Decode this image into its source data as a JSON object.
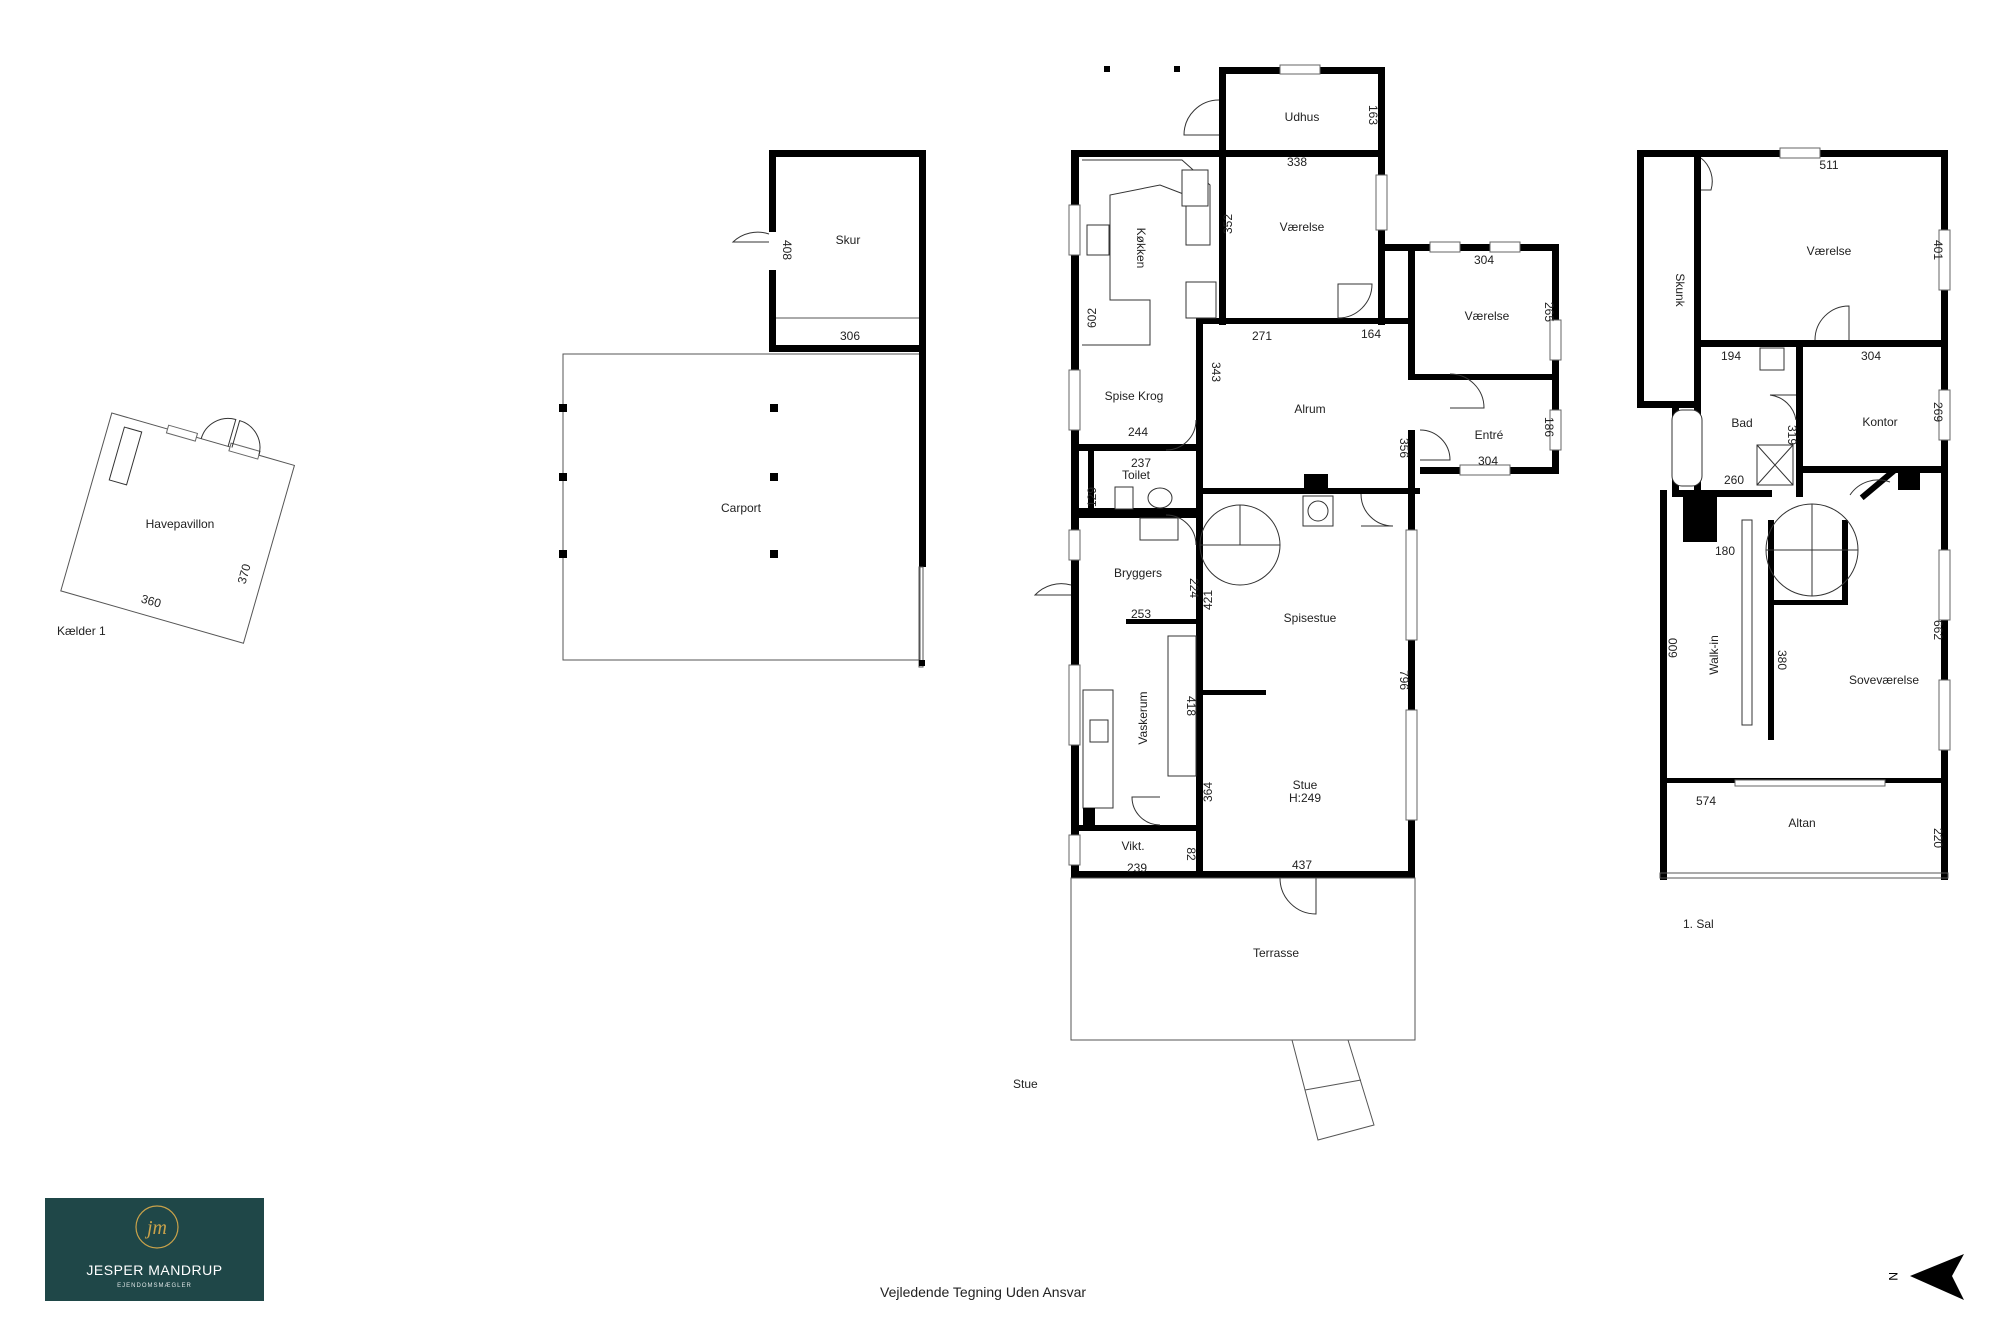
{
  "rooms": {
    "havepavillon": "Havepavillon",
    "skur": "Skur",
    "carport": "Carport",
    "udhus": "Udhus",
    "koekken": "Køkken",
    "vaerelse_1": "Værelse",
    "vaerelse_2": "Værelse",
    "spise_krog": "Spise Krog",
    "alrum": "Alrum",
    "entre": "Entré",
    "toilet": "Toilet",
    "bryggers": "Bryggers",
    "spisestue": "Spisestue",
    "vaskerum": "Vaskerum",
    "stue": "Stue",
    "stue_height": "H:249",
    "vikt": "Vikt.",
    "terrasse": "Terrasse",
    "skunk": "Skunk",
    "vaerelse_3": "Værelse",
    "bad": "Bad",
    "kontor": "Kontor",
    "walk_in": "Walk-in",
    "sovevaerelse": "Soveværelse",
    "altan": "Altan"
  },
  "dimensions": {
    "havepavillon_w": "360",
    "havepavillon_d": "370",
    "skur_d": "408",
    "skur_w": "306",
    "udhus_d": "163",
    "vaerelse1_w": "338",
    "vaerelse1_d": "352",
    "vaerelse2_w": "304",
    "vaerelse2_d": "265",
    "koekken_d": "602",
    "alrum_w1": "271",
    "alrum_w2": "164",
    "alrum_d1": "343",
    "alrum_d2": "356",
    "spisekrog_w": "244",
    "entre_d": "186",
    "entre_w": "304",
    "toilet_w": "237",
    "toilet_d": "129",
    "bryggers_d": "224",
    "bryggers_w": "253",
    "spisestue_d": "421",
    "stue_total": "796",
    "vaskerum_d": "418",
    "stue_d": "364",
    "vikt_d": "82",
    "vikt_w": "239",
    "stue_w": "437",
    "vaerelse3_w": "511",
    "vaerelse3_d": "401",
    "bad_w": "194",
    "kontor_w": "304",
    "kontor_d": "269",
    "bad_d": "319",
    "bad_w2": "260",
    "walkin_w": "180",
    "walkin_d": "600",
    "sove_inner": "380",
    "sove_d": "662",
    "altan_w": "574",
    "altan_d": "220"
  },
  "floors": {
    "basement": "Kælder 1",
    "ground": "Stue",
    "first": "1. Sal"
  },
  "footer": {
    "disclaimer": "Vejledende Tegning Uden Ansvar",
    "north": "N"
  },
  "logo": {
    "monogram": "jm",
    "name": "JESPER MANDRUP",
    "subtitle": "EJENDOMSMÆGLER"
  },
  "colors": {
    "logo_bg": "#1f4748",
    "logo_gold": "#c9a24a",
    "wall": "#000000"
  }
}
